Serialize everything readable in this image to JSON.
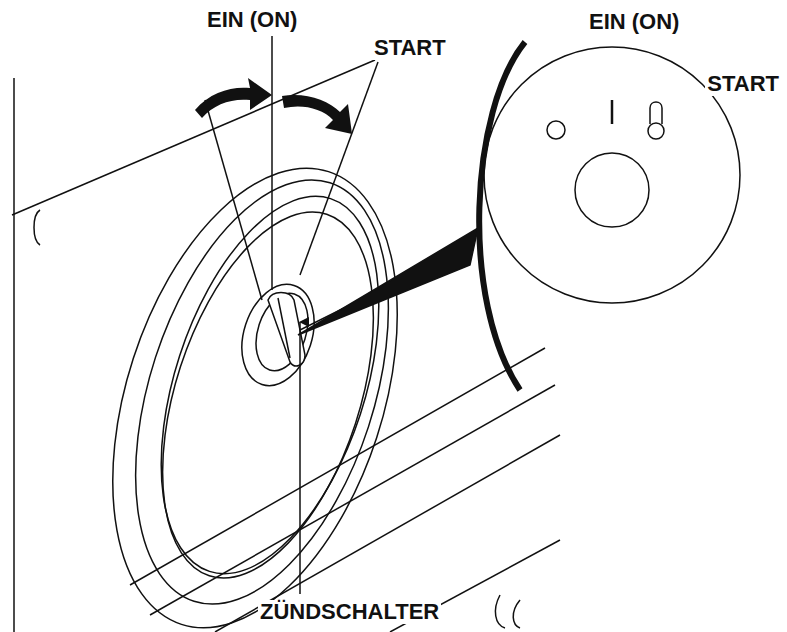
{
  "diagram": {
    "labels": [
      "EIN (ON)",
      "START",
      "EIN (ON)",
      "START",
      "ZÜNDSCHALTER"
    ]
  }
}
